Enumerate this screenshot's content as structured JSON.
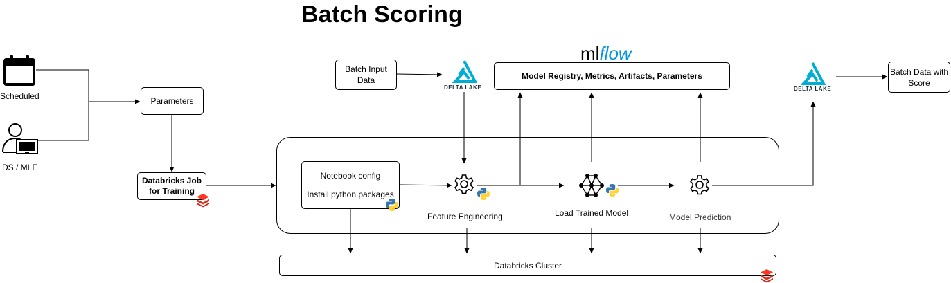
{
  "title": "Batch Scoring",
  "inputs": {
    "scheduled": "Scheduled",
    "ds_mle": "DS / MLE"
  },
  "parameters": "Parameters",
  "job": {
    "line1": "Databricks Job",
    "line2": "for Training"
  },
  "batch_input": {
    "line1": "Batch Input",
    "line2": "Data"
  },
  "delta_lake_label": "DELTA LAKE",
  "mlflow": {
    "logo_ml": "ml",
    "logo_flow": "flow",
    "registry": "Model Registry, Metrics, Artifacts, Parameters"
  },
  "batch_output": {
    "line1": "Batch Data with",
    "line2": "Score"
  },
  "notebook": {
    "line1": "Notebook config",
    "line2": "Install python packages"
  },
  "steps": {
    "feature_engineering": "Feature Engineering",
    "load_model": "Load Trained Model",
    "model_prediction": "Model Prediction"
  },
  "cluster": "Databricks Cluster",
  "colors": {
    "delta": "#00ADD4",
    "mlflow_blue": "#0194E2",
    "databricks_red": "#FF3621",
    "python_blue": "#3776AB",
    "python_yellow": "#FFD43B"
  },
  "icons": [
    "calendar-icon",
    "user-computer-icon",
    "delta-lake-icon",
    "databricks-icon",
    "gear-icon",
    "python-icon",
    "neural-network-icon"
  ]
}
